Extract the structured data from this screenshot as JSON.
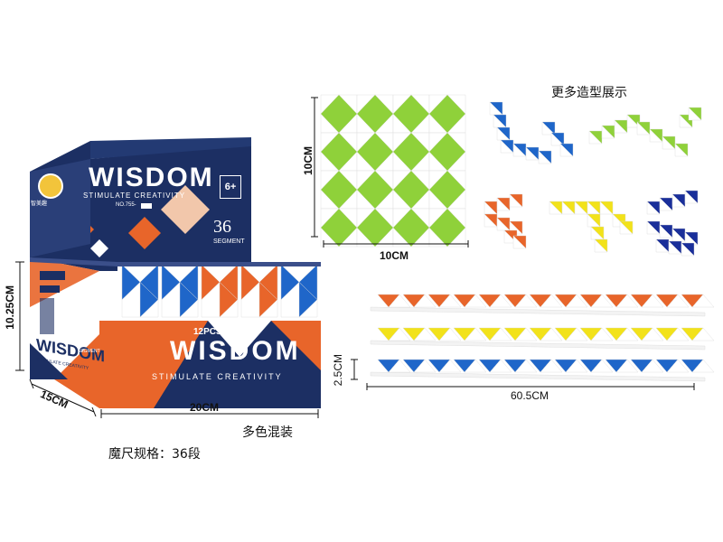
{
  "product": {
    "brand": "WISDOM",
    "tagline": "STIMULATE CREATIVITY",
    "model_no": "NO.755-",
    "age": "6+",
    "segment_count": "36",
    "segment_word": "SEGMENT",
    "pack_count": "12PCS",
    "logo_text": "智美趣"
  },
  "dimensions": {
    "box_height": "10.25CM",
    "box_depth": "15CM",
    "box_width": "20CM",
    "square_height": "10CM",
    "square_width": "10CM",
    "strip_height": "2.5CM",
    "strip_length": "60.5CM"
  },
  "notes": {
    "more_shapes": "更多造型展示",
    "mixed_colors": "多色混装",
    "spec": "魔尺规格：36段"
  },
  "colors": {
    "navy": "#1c2f63",
    "orange": "#e8652a",
    "blue": "#1f66c9",
    "green": "#8fd13a",
    "yellow": "#f2e21a",
    "dark_blue": "#1a2f9a"
  }
}
